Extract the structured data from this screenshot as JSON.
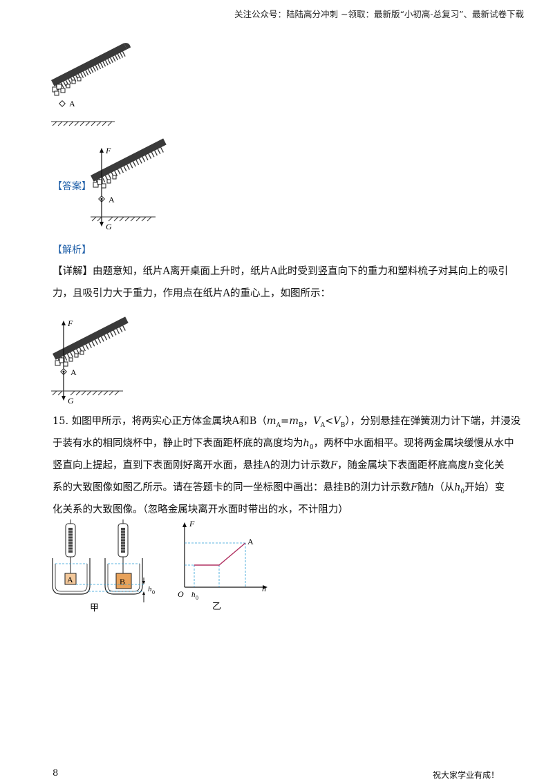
{
  "header": {
    "text": "关注公众号：陆陆高分冲刺  ~领取：最新版“小初高-总复习”、最新试卷下载"
  },
  "figures": {
    "comb_label_a": "A",
    "force_up": "F",
    "force_down": "G"
  },
  "answer": {
    "tag": "【答案】"
  },
  "analysis": {
    "tag": "【解析】",
    "detail_line1": "【详解】由题意知，纸片A离开桌面上升时，纸片A此时受到竖直向下的重力和塑料梳子对其向上的吸引",
    "detail_line2": "力，且吸引力大于重力，作用点在纸片A的重心上，如图所示："
  },
  "question": {
    "line1_a": "15. 如图甲所示，将两实心正方体金属块A和B（",
    "line1_m": "m",
    "line1_mA": "A",
    "line1_eq": "=",
    "line1_mB_m": "m",
    "line1_mB": "B",
    "line1_comma": "，",
    "line1_V": "V",
    "line1_VA": "A",
    "line1_lt": "<",
    "line1_V2": "V",
    "line1_VB": "B",
    "line1_b": "），分别悬挂在弹簧测力计下端，并浸没",
    "line2_a": "于装有水的相同烧杯中，静止时下表面距杯底的高度均为",
    "line2_h": "h",
    "line2_h0": "0",
    "line2_b": "，两杯中水面相平。现将两金属块缓慢从水中",
    "line3_a": "竖直向上提起，直到下表面刚好离开水面，悬挂A的测力计示数",
    "line3_F": "F",
    "line3_b": "，随金属块下表面距杯底高度",
    "line3_h": "h",
    "line3_c": "变化关",
    "line4_a": "系的大致图像如图乙所示。请在答题卡的同一坐标图中画出：悬挂B的测力计示数",
    "line4_F": "F",
    "line4_b": "随",
    "line4_h": "h",
    "line4_c": "（从",
    "line4_h2": "h",
    "line4_h0": "0",
    "line4_d": "开始）变",
    "line5": "化关系的大致图像。（忽略金属块离开水面时带出的水，不计阻力）"
  },
  "fig_jia": {
    "block_a": "A",
    "block_b": "B",
    "h_label": "h",
    "h_sub": "0",
    "caption": "甲"
  },
  "fig_yi": {
    "y_axis": "F",
    "x_axis": "h",
    "origin": "O",
    "h_label": "h",
    "h_sub": "0",
    "curve_label": "A",
    "caption": "乙"
  },
  "colors": {
    "accent": "#1f5fa8",
    "curve": "#b03060",
    "guide": "#2a9fd6"
  },
  "footer": {
    "page_number": "8",
    "wish": "祝大家学业有成！"
  }
}
